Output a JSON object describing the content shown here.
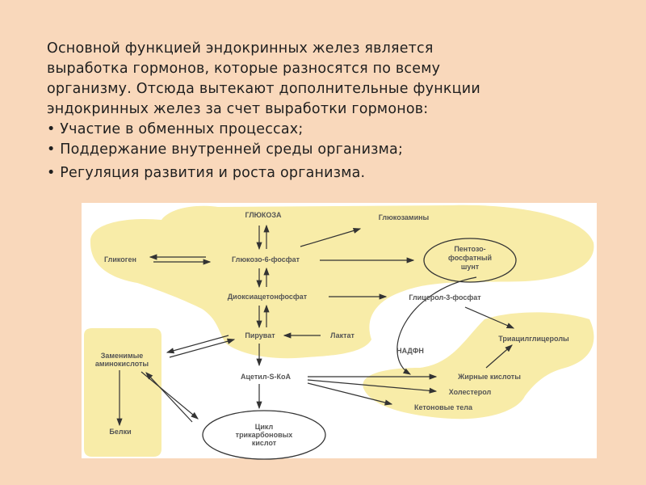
{
  "paragraph": [
    "Основной функцией эндокринных желез является",
    "выработка гормонов, которые разносятся по всему",
    "организму. Отсюда вытекают дополнительные функции",
    "эндокринных желез за счет выработки гормонов:"
  ],
  "bullets": [
    "• Участие в обменных процессах;",
    "• Поддержание внутренней среды организма;",
    "•  Регуляция развития и роста организма."
  ],
  "diagram": {
    "glucose": "ГЛЮКОЗА",
    "glucosamines": "Глюкозамины",
    "glycogen": "Гликоген",
    "g6p": "Глюкозо-6-фосфат",
    "pentose": [
      "Пентозо-",
      "фосфатный",
      "шунт"
    ],
    "dhap": "Диоксиацетонфосфат",
    "g3p": "Глицерол-3-фосфат",
    "pyruvate": "Пируват",
    "lactate": "Лактат",
    "tag": "Триацилглицеролы",
    "nadph": "НАДФН",
    "amino": [
      "Заменимые",
      "аминокислоты"
    ],
    "acetyl": "Ацетил-S-КоА",
    "fatty": "Жирные кислоты",
    "cholesterol": "Холестерол",
    "ketone": "Кетоновые тела",
    "proteins": "Белки",
    "tca": [
      "Цикл",
      "трикарбоновых",
      "кислот"
    ]
  }
}
